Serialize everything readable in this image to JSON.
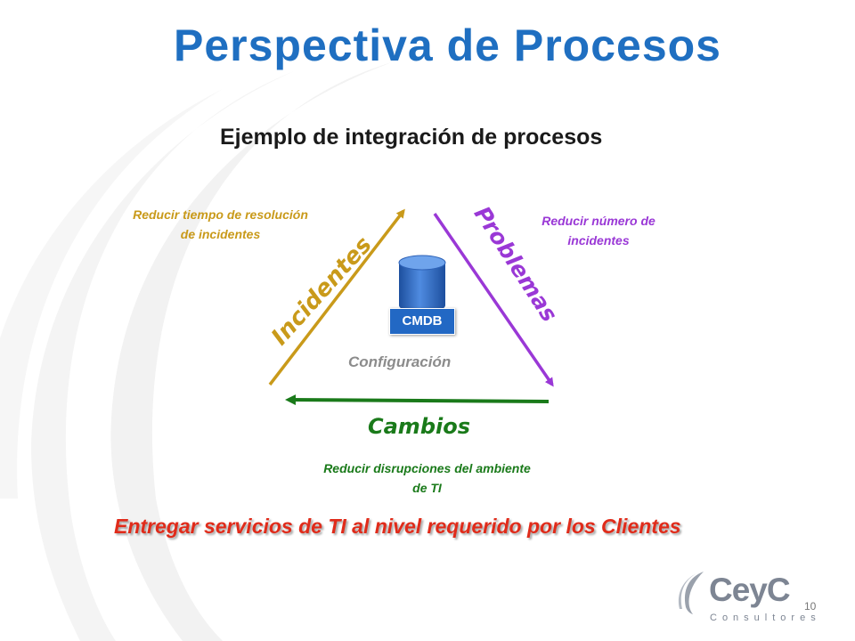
{
  "slide": {
    "title": "Perspectiva de Procesos",
    "subtitle": "Ejemplo de integración de procesos",
    "tagline": "Entregar servicios de TI  al nivel requerido por los Clientes",
    "page_number": "10"
  },
  "diagram": {
    "edges": {
      "incidentes": {
        "label": "Incidentes",
        "note": "Reducir tiempo de resolución de incidentes",
        "color": "#c99a1a"
      },
      "problemas": {
        "label": "Problemas",
        "note": "Reducir número de incidentes",
        "color": "#9a38d6"
      },
      "cambios": {
        "label": "Cambios",
        "note": "Reducir disrupciones del ambiente de TI",
        "color": "#1a7a1a"
      }
    },
    "center": {
      "label": "Configuración",
      "database_label": "CMDB",
      "database_icon": "database-cylinder-icon"
    }
  },
  "logo": {
    "name": "CeyC",
    "subtitle": "Consultores"
  },
  "colors": {
    "title": "#1f6fc1",
    "tagline": "#e02b1a",
    "cmdb": "#2268c4"
  }
}
